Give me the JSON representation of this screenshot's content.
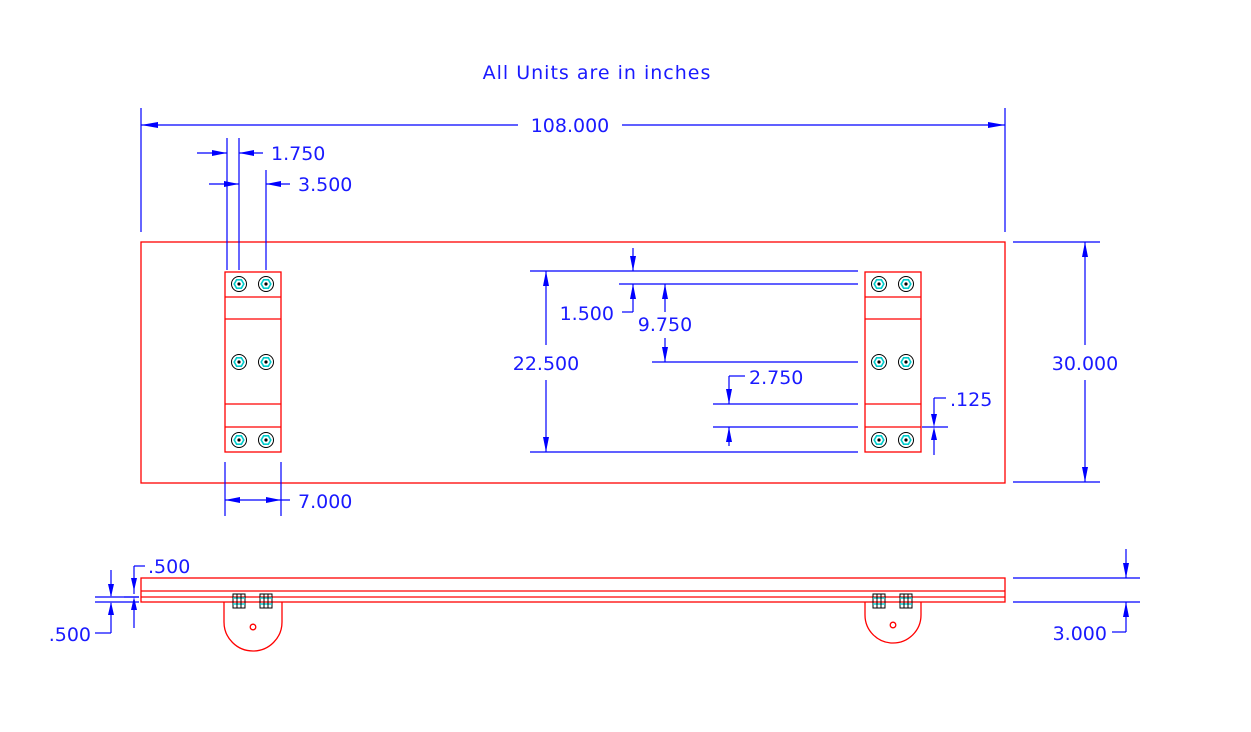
{
  "note": "All Units are in inches",
  "dimensions": {
    "overall_length": "108.000",
    "clamp_offset": "1.750",
    "bolt_spacing": "3.500",
    "clamp_width": "7.000",
    "overall_width": "30.000",
    "clamp_length": "22.500",
    "top_offset": "1.500",
    "bolt_row_spacing": "9.750",
    "segment_offset": "2.750",
    "gap": ".125",
    "plate_thickness_left": ".500",
    "plate_thickness_right": ".500",
    "overall_height": "3.000"
  },
  "colors": {
    "dimension": "#0000ff",
    "part_outline": "#ff0000",
    "bolt_washer": "#00cccc"
  }
}
